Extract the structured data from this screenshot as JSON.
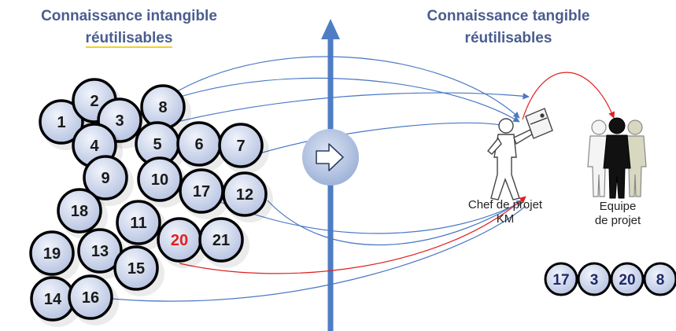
{
  "titles": {
    "left_line1": "Connaissance intangible",
    "left_line2": "réutilisables",
    "right_line1": "Connaissance tangible",
    "right_line2": "réutilisables"
  },
  "roles": {
    "chef_line1": "Chef de projet",
    "chef_line2": "KM",
    "equipe_line1": "Equipe",
    "equipe_line2": "de projet"
  },
  "knowledge_circles": [
    {
      "label": "1"
    },
    {
      "label": "2"
    },
    {
      "label": "3"
    },
    {
      "label": "8"
    },
    {
      "label": "4"
    },
    {
      "label": "5"
    },
    {
      "label": "6"
    },
    {
      "label": "7"
    },
    {
      "label": "9"
    },
    {
      "label": "10"
    },
    {
      "label": "17"
    },
    {
      "label": "12"
    },
    {
      "label": "18"
    },
    {
      "label": "11"
    },
    {
      "label": "20",
      "highlight": true
    },
    {
      "label": "21"
    },
    {
      "label": "19"
    },
    {
      "label": "13"
    },
    {
      "label": "15"
    },
    {
      "label": "14"
    },
    {
      "label": "16"
    }
  ],
  "selected_circles": [
    {
      "label": "17"
    },
    {
      "label": "3"
    },
    {
      "label": "20"
    },
    {
      "label": "8"
    }
  ],
  "colors": {
    "title": "#4A5D8E",
    "title_underline": "#F4D21F",
    "circle_fill": "#C4CFE8",
    "circle_stroke": "#000000",
    "number": "#1A1A1A",
    "highlight_number": "#E02020",
    "selected_number": "#1C2A6B",
    "axis": "#4E7DC4",
    "blue_flow": "#4A78C4",
    "red_flow": "#E02020"
  },
  "icons": {
    "process": "arrow-right-icon",
    "chef": "person-with-document-icon",
    "team": "group-of-people-icon"
  }
}
